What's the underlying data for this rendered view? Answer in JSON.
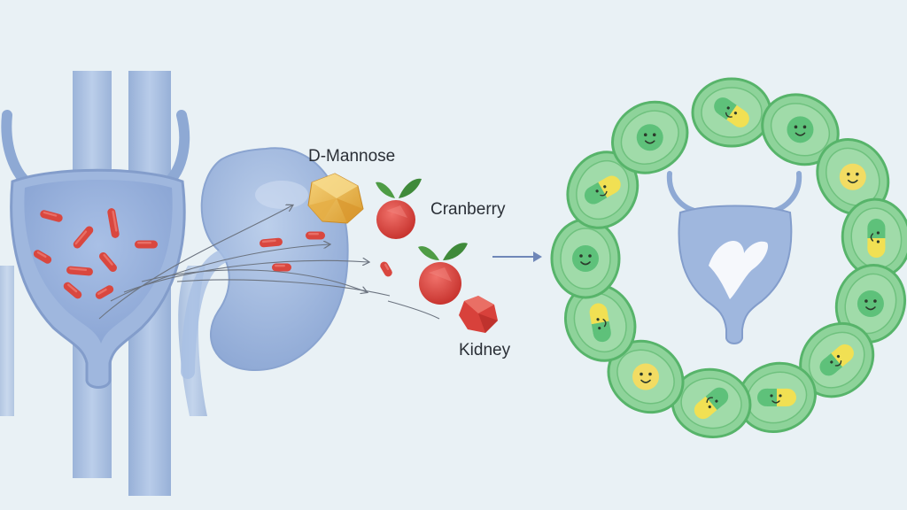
{
  "labels": {
    "d_mannose": "D-Mannose",
    "cranberry": "Cranberry",
    "kidney": "Kidney"
  },
  "colors": {
    "background": "#e9f1f5",
    "organ_blue": "#9db6de",
    "bacteria_red": "#d9473f",
    "d_mannose_gold": "#eab84f",
    "cranberry_red": "#d8413b",
    "leaf_green": "#4e9c45",
    "cell_green": "#8ed39a",
    "cell_outline": "#57b46a",
    "capsule_yellow": "#f1e053",
    "smiley_green": "#5ec17a",
    "smiley_yellow": "#f2dc63",
    "arrow_blue": "#6f87b8"
  },
  "icons": {
    "bladder": "bladder-icon",
    "kidney": "kidney-icon",
    "d_mannose": "d-mannose-crystal-icon",
    "cranberry": "cranberry-icon",
    "bacterium": "bacterium-icon",
    "probiotic_capsule": "probiotic-capsule-icon",
    "smiley": "smiley-icon",
    "process_arrow": "process-arrow-icon"
  }
}
